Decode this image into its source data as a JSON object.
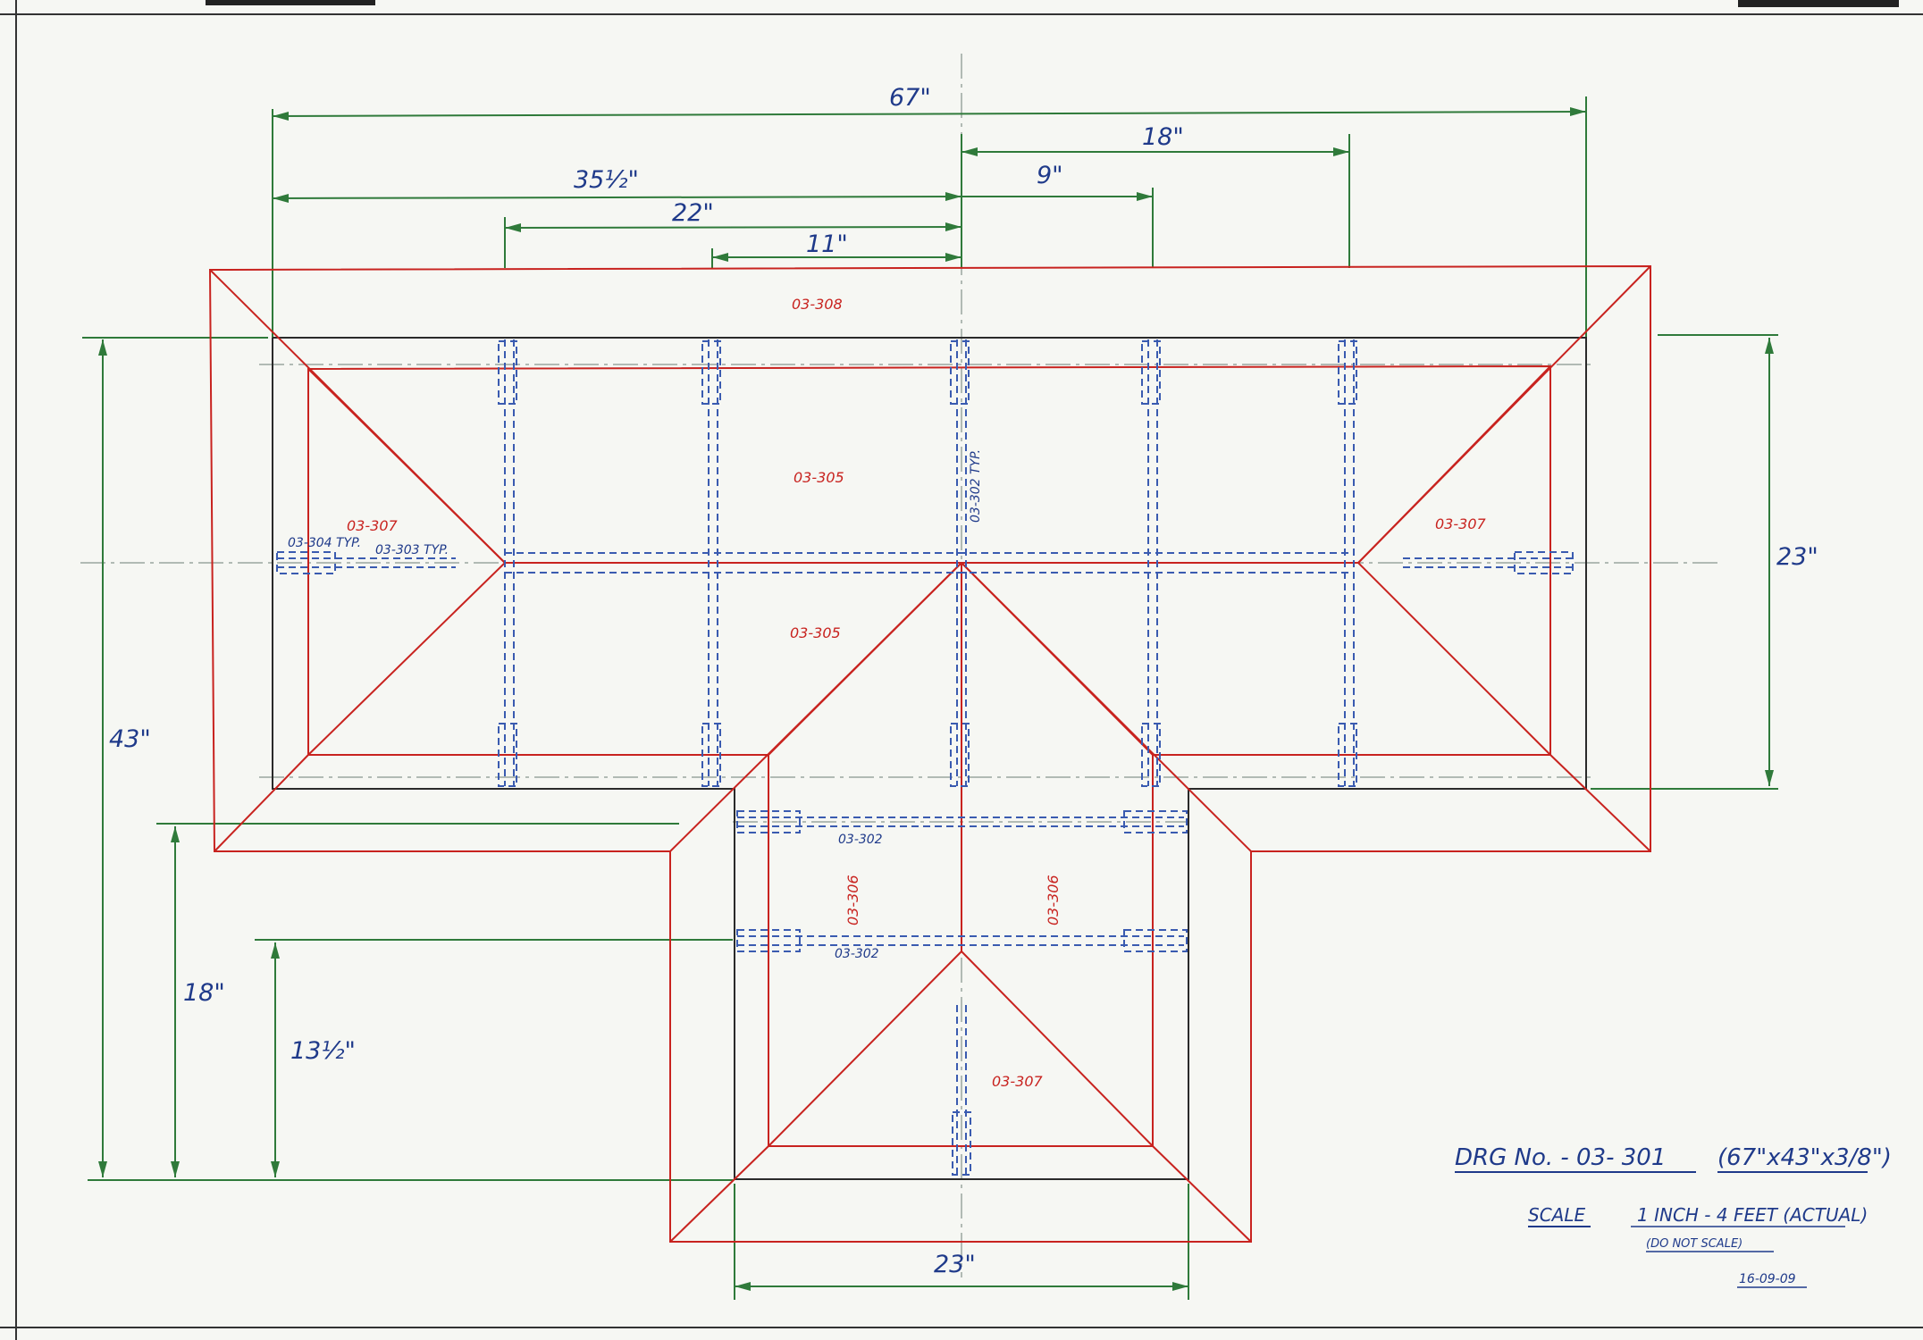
{
  "dimensions": {
    "overall_width": "67\"",
    "right_span": "18\"",
    "half_width": "35½\"",
    "center_offset": "9\"",
    "offset_22": "22\"",
    "offset_11": "11\"",
    "main_depth": "23\"",
    "overall_height": "43\"",
    "wing_height": "18\"",
    "wing_inner_height": "13½\"",
    "wing_width": "23\""
  },
  "parts": {
    "fascia_top": "03-308",
    "panel_upper": "03-305",
    "panel_lower": "03-305",
    "hip_left": "03-307",
    "hip_right": "03-307",
    "hip_wing": "03-307",
    "wing_side_left": "03-306",
    "wing_side_right": "03-306",
    "wing_beam_upper": "03-302",
    "wing_beam_lower": "03-302",
    "ridge_typ": "03-302 TYP.",
    "bracket_typ": "03-304 TYP.",
    "strut_typ": "03-303 TYP."
  },
  "title_block": {
    "drawing_number": "DRG No. - 03- 301",
    "size": "(67\"x43\"x3/8\")",
    "scale_label": "SCALE",
    "scale_value": "1 INCH - 4 FEET (ACTUAL)",
    "note": "(DO NOT SCALE)",
    "date": "16-09-09"
  },
  "colors": {
    "dimension_lines": "#2f7a3a",
    "outline": "#c8231f",
    "hidden_lines": "#3a5bb0",
    "text": "#1f3a8a"
  }
}
